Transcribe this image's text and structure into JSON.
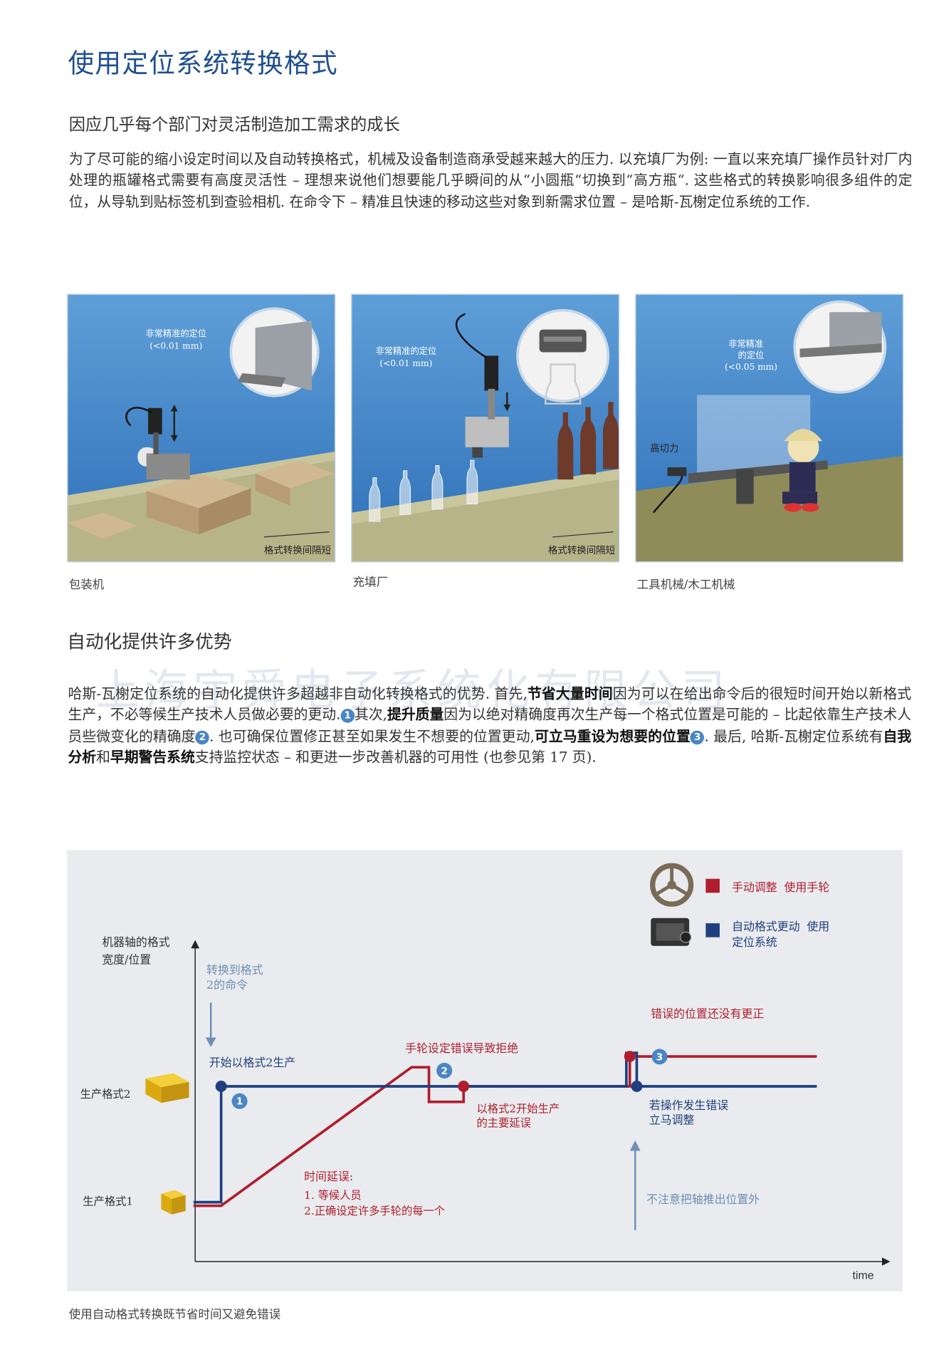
{
  "header": {
    "title": "使用定位系统转换格式"
  },
  "section1": {
    "heading": "因应几乎每个部门对灵活制造加工需求的成长",
    "body": "为了尽可能的缩小设定时间以及自动转换格式，机械及设备制造商承受越来越大的压力. 以充填厂为例: 一直以来充填厂操作员针对厂内处理的瓶罐格式需要有高度灵活性 – 理想来说他们想要能几乎瞬间的从“小圆瓶“切换到“高方瓶“. 这些格式的转换影响很多组件的定位，从导轨到贴标签机到查验相机. 在命令下 – 精准且快速的移动这些对象到新需求位置 – 是哈斯-瓦榭定位系统的工作."
  },
  "panels": [
    {
      "label_precision": "非常精准的定位",
      "label_tolerance": "(<0.01 mm)",
      "label_bottom": "格式转换间隔短",
      "caption": "包装机"
    },
    {
      "label_precision": "非常精准的定位",
      "label_tolerance": "(<0.01 mm)",
      "label_bottom": "格式转换间隔短",
      "caption": "充填厂"
    },
    {
      "label_precision_1": "非常精准",
      "label_precision_2": "的定位",
      "label_tolerance": "(<0.05 mm)",
      "label_force": "高切力",
      "caption": "工具机械/木工机械"
    }
  ],
  "section2": {
    "heading": "自动化提供许多优势",
    "p1": "哈斯-瓦榭定位系统的自动化提供许多超越非自动化转换格式的优势. 首先,",
    "b1": "节省大量时间",
    "p2": "因为可以在给出命令后的很短时间开始以新格式生产，不必等候生产技术人员做必要的更动.",
    "n1": "1",
    "p3": "其次,",
    "b2": "提升质量",
    "p4": "因为以绝对精确度再次生产每一个格式位置是可能的 – 比起依靠生产技术人员些微变化的精确度",
    "n2": "2",
    "p5": ". 也可确保位置修正甚至如果发生不想要的位置更动,",
    "b3": "可立马重设为想要的位置",
    "n3": "3",
    "p6": ". 最后, 哈斯-瓦榭定位系统有",
    "b4": "自我分析",
    "p7": "和",
    "b5": "早期警告系统",
    "p8": "支持监控状态 – 和更进一步改善机器的可用性 (也参见第 17 页)."
  },
  "watermark": "上海宇舜电子系统化有限公司",
  "chart_data": {
    "type": "line",
    "ylabel_1": "机器轴的格式",
    "ylabel_2": "宽度/位置",
    "xlabel": "time",
    "y_levels": [
      "生产格式1",
      "生产格式2"
    ],
    "legend": [
      {
        "name_1": "手动调整",
        "name_2": "使用手轮",
        "color": "#b01e2e"
      },
      {
        "name_1": "自动格式更动",
        "name_2": "使用",
        "name_3": "定位系统",
        "color": "#1f3f7f"
      }
    ],
    "annotations": {
      "command_1": "转换到格式",
      "command_2": "2的命令",
      "start": "开始以格式2生产",
      "handwheel_error": "手轮设定错误导致拒绝",
      "delay_1": "以格式2开始生产",
      "delay_2": "的主要延误",
      "uncorrected": "错误的位置还没有更正",
      "operator_1": "若操作发生错误",
      "operator_2": "立马调整",
      "push_out": "不注意把轴推出位置外",
      "time_delay_title": "时间延误:",
      "time_delay_1": "1. 等候人员",
      "time_delay_2": "2.正确设定许多手轮的每一个"
    },
    "markers": [
      "1",
      "2",
      "3"
    ],
    "series": [
      {
        "name": "手动调整 使用手轮",
        "color": "#b01e2e",
        "points": [
          [
            0.0,
            0
          ],
          [
            0.04,
            0
          ],
          [
            0.315,
            1.16
          ],
          [
            0.34,
            1.16
          ],
          [
            0.34,
            0.87
          ],
          [
            0.39,
            0.87
          ],
          [
            0.39,
            1.0
          ],
          [
            0.63,
            1.0
          ],
          [
            0.63,
            1.25
          ],
          [
            0.9,
            1.25
          ]
        ]
      },
      {
        "name": "自动格式更动 使用定位系统",
        "color": "#1f3f7f",
        "points": [
          [
            0.0,
            0.03
          ],
          [
            0.04,
            0.03
          ],
          [
            0.04,
            1.0
          ],
          [
            0.625,
            1.0
          ],
          [
            0.625,
            1.28
          ],
          [
            0.64,
            1.28
          ],
          [
            0.64,
            1.0
          ],
          [
            0.9,
            1.0
          ]
        ]
      }
    ],
    "x_range": [
      0,
      1
    ],
    "y_range": [
      0,
      1.6
    ]
  },
  "figure_caption": "使用自动格式转换既节省时间又避免错误"
}
